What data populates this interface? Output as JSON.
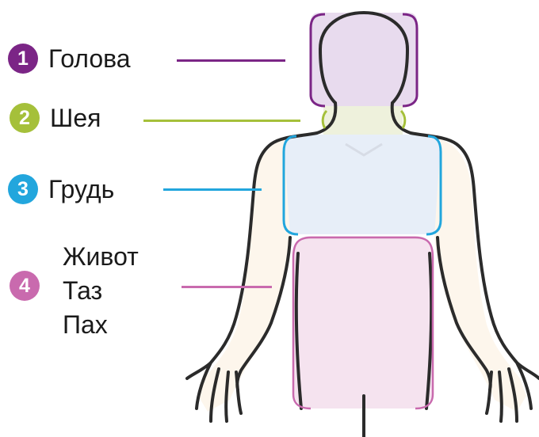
{
  "regions": [
    {
      "number": "1",
      "label": "Голова",
      "color": "#7b2586"
    },
    {
      "number": "2",
      "label": "Шея",
      "color": "#a5c03a"
    },
    {
      "number": "3",
      "label": "Грудь",
      "color": "#22a6dd"
    },
    {
      "number": "4",
      "labels": [
        "Живот",
        "Таз",
        "Пах"
      ],
      "color": "#c96aae"
    }
  ]
}
